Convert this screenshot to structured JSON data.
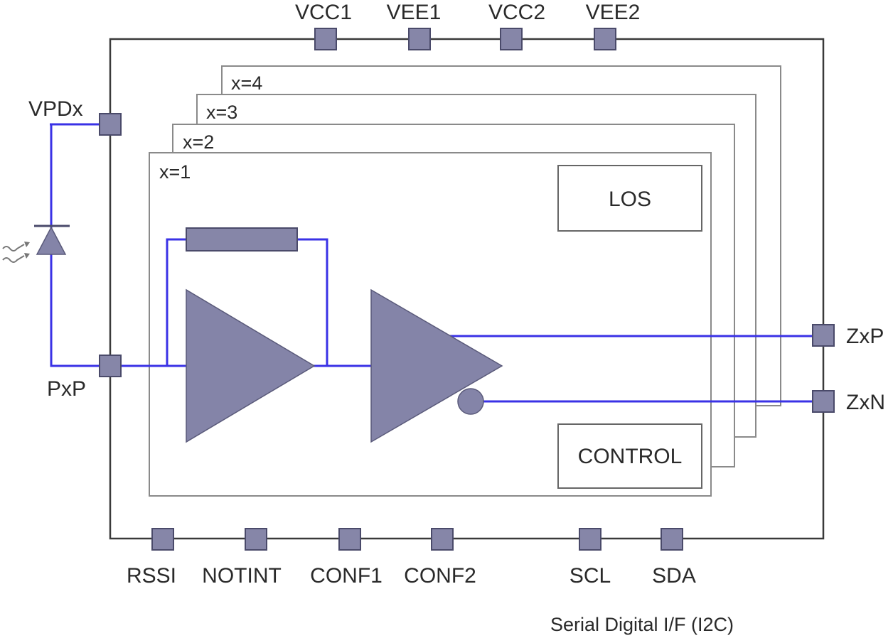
{
  "top_pins": [
    "VCC1",
    "VEE1",
    "VCC2",
    "VEE2"
  ],
  "left_pins": {
    "photodiode_bias": "VPDx",
    "input": "PxP"
  },
  "right_pins": {
    "positive_output": "ZxP",
    "negative_output": "ZxN"
  },
  "bottom_pins": [
    "RSSI",
    "NOTINT",
    "CONF1",
    "CONF2",
    "SCL",
    "SDA"
  ],
  "channels": [
    "x=1",
    "x=2",
    "x=3",
    "x=4"
  ],
  "blocks": {
    "los": "LOS",
    "control": "CONTROL"
  },
  "footer": "Serial Digital I/F (I2C)",
  "colors": {
    "signal_wire": "#3a32e6",
    "component_fill": "#8686a8",
    "frame": "#3a3a3a"
  }
}
